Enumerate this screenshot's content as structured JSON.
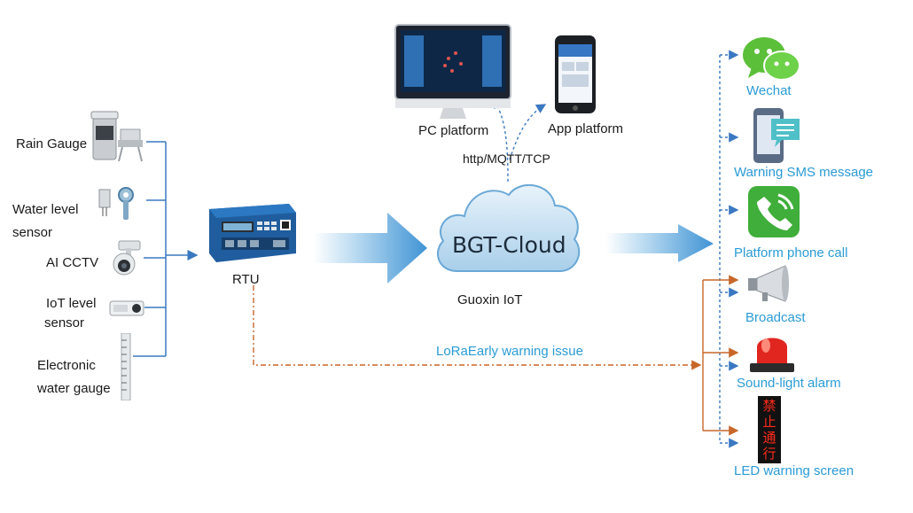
{
  "sensors": {
    "rain_gauge": "Rain Gauge",
    "water_level_1": "Water level",
    "water_level_2": "sensor",
    "ai_cctv": "AI CCTV",
    "iot_level_1": "IoT level",
    "iot_level_2": "sensor",
    "electronic_1": "Electronic",
    "electronic_2": "water gauge"
  },
  "rtu": {
    "label": "RTU"
  },
  "cloud": {
    "name": "BGT-Cloud",
    "caption": "Guoxin IoT",
    "protocols": "http/MQTT/TCP"
  },
  "platforms": {
    "pc": "PC platform",
    "app": "App platform"
  },
  "lora": {
    "prefix": "LoRa",
    "text": "Early warning issue"
  },
  "outputs": {
    "wechat": "Wechat",
    "sms": "Warning SMS message",
    "phone": "Platform phone call",
    "broadcast": "Broadcast",
    "sound_light": "Sound-light alarm",
    "led": "LED warning screen"
  },
  "led_screen_chars": [
    "禁",
    "止",
    "通",
    "行"
  ],
  "colors": {
    "link_blue": "#3a78c2",
    "label_blue": "#2a9bd6",
    "orange": "#c8672a",
    "arrow_blue": "#4a9fd8"
  }
}
